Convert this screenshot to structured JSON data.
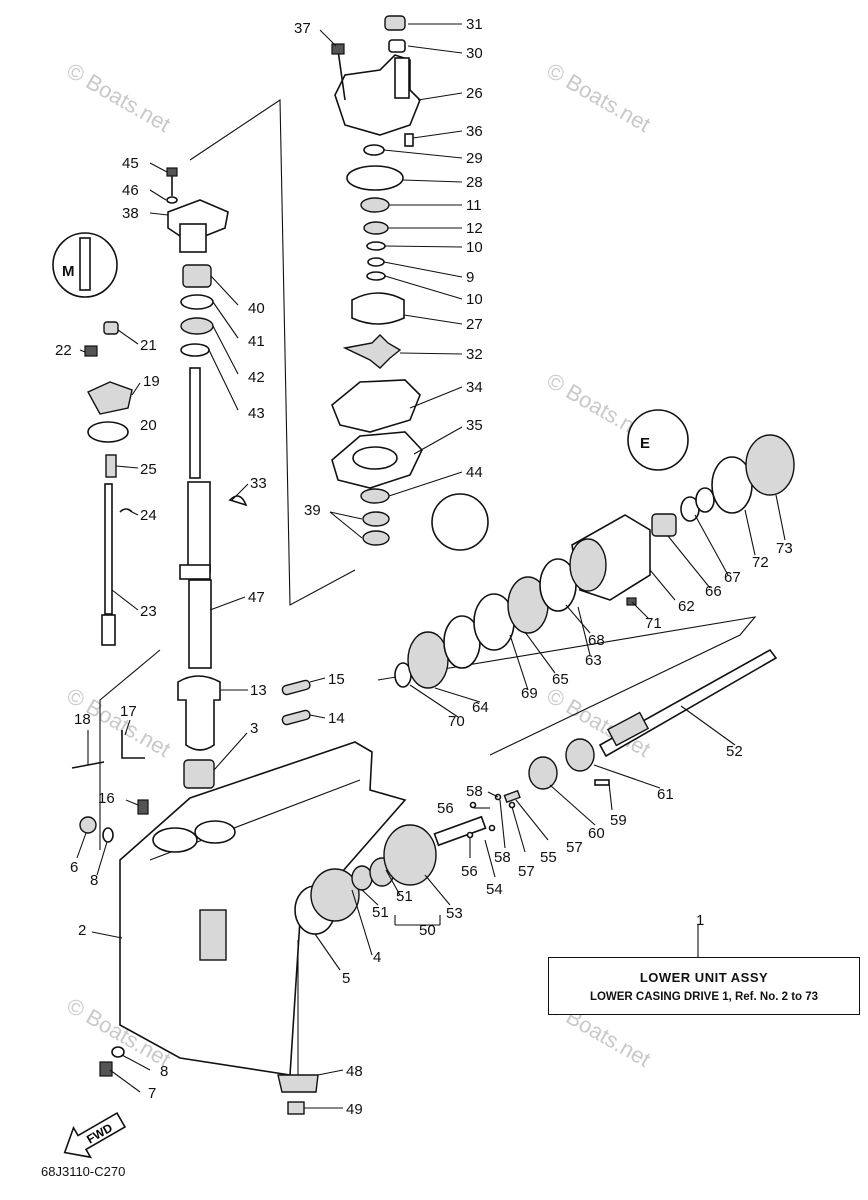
{
  "diagram": {
    "assembly_title": "LOWER UNIT ASSY",
    "assembly_subtitle": "LOWER CASING DRIVE 1, Ref. No. 2 to 73",
    "diagram_code": "68J3110-C270",
    "forward_label": "FWD",
    "watermark": "© Boats.net",
    "callout_for_box": "1",
    "callouts": [
      "2",
      "3",
      "4",
      "5",
      "6",
      "7",
      "8",
      "8",
      "9",
      "10",
      "10",
      "11",
      "12",
      "13",
      "14",
      "15",
      "16",
      "17",
      "18",
      "19",
      "20",
      "21",
      "22",
      "23",
      "24",
      "25",
      "26",
      "27",
      "28",
      "29",
      "30",
      "31",
      "32",
      "33",
      "34",
      "35",
      "36",
      "37",
      "38",
      "39",
      "40",
      "41",
      "42",
      "43",
      "44",
      "45",
      "46",
      "47",
      "48",
      "49",
      "50",
      "51",
      "51",
      "52",
      "53",
      "54",
      "55",
      "56",
      "56",
      "57",
      "57",
      "58",
      "58",
      "59",
      "60",
      "61",
      "62",
      "63",
      "64",
      "65",
      "66",
      "67",
      "68",
      "69",
      "70",
      "71",
      "72",
      "73"
    ],
    "symbols": {
      "grease_m": "M",
      "grease_e": "E"
    }
  }
}
